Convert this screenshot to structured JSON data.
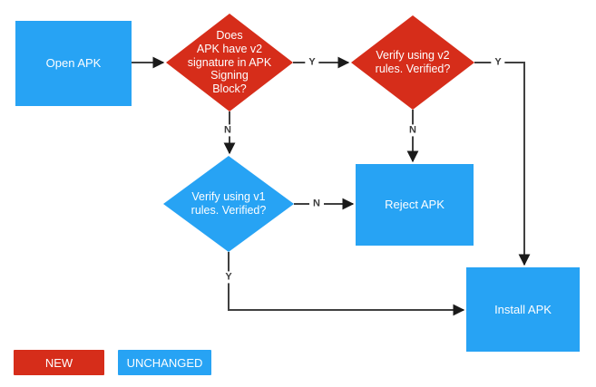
{
  "colors": {
    "red": "#d62d1a",
    "blue": "#27a3f4",
    "line": "#404040",
    "arrow": "#1a1a1a",
    "label": "#3d3d3d",
    "background": "#ffffff"
  },
  "nodes": {
    "open_apk": {
      "label": "Open APK",
      "shape": "rect",
      "color": "blue"
    },
    "has_v2": {
      "label": "Does\nAPK have v2\nsignature in APK\nSigning\nBlock?",
      "shape": "diamond",
      "color": "red"
    },
    "verify_v2": {
      "label": "Verify using v2\nrules. Verified?",
      "shape": "diamond",
      "color": "red"
    },
    "verify_v1": {
      "label": "Verify using v1\nrules. Verified?",
      "shape": "diamond",
      "color": "blue"
    },
    "reject_apk": {
      "label": "Reject APK",
      "shape": "rect",
      "color": "blue"
    },
    "install_apk": {
      "label": "Install APK",
      "shape": "rect",
      "color": "blue"
    }
  },
  "edge_labels": {
    "d1_d2": "Y",
    "d1_d3": "N",
    "d2_install": "Y",
    "d2_reject": "N",
    "d3_reject": "N",
    "d3_install": "Y"
  },
  "legend": {
    "new": "NEW",
    "unchanged": "UNCHANGED"
  }
}
